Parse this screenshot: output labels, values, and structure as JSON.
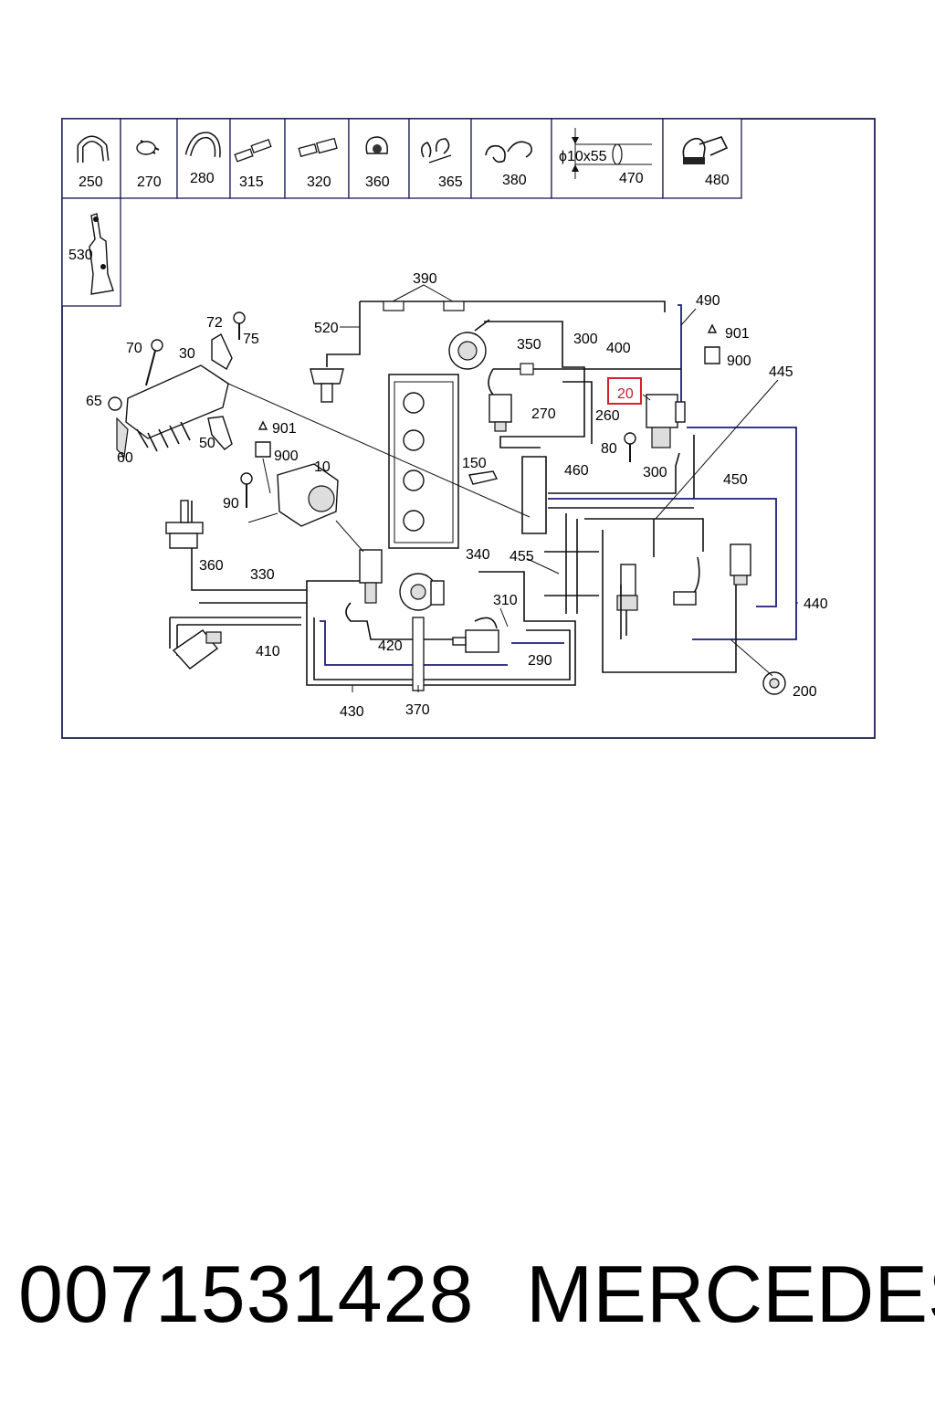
{
  "legend_parts": [
    {
      "label": "250",
      "icon": "hose-elbow-icon"
    },
    {
      "label": "270",
      "icon": "hose-connector-icon"
    },
    {
      "label": "280",
      "icon": "hose-bend-icon"
    },
    {
      "label": "315",
      "icon": "t-connector-icon"
    },
    {
      "label": "320",
      "icon": "reducer-connector-icon"
    },
    {
      "label": "360",
      "icon": "clip-icon"
    },
    {
      "label": "365",
      "icon": "double-clip-icon"
    },
    {
      "label": "380",
      "icon": "bracket-clip-icon"
    },
    {
      "label": "470",
      "icon": "tube-dimension-icon",
      "dimension": "ϕ10x55"
    },
    {
      "label": "480",
      "icon": "clamp-icon"
    },
    {
      "label": "530",
      "icon": "mounting-bracket-icon"
    }
  ],
  "callouts": {
    "c390": "390",
    "c520": "520",
    "c490": "490",
    "c901a": "901",
    "c900a": "900",
    "c300a": "300",
    "c350": "350",
    "c400": "400",
    "c445": "445",
    "c72": "72",
    "c75": "75",
    "c70": "70",
    "c30": "30",
    "c65": "65",
    "c60": "60",
    "c50": "50",
    "c901b": "901",
    "c900b": "900",
    "c10": "10",
    "c90": "90",
    "c270": "270",
    "c260": "260",
    "c20": "20",
    "c80": "80",
    "c300b": "300",
    "c150": "150",
    "c460": "460",
    "c450": "450",
    "c455": "455",
    "c340": "340",
    "c360": "360",
    "c330": "330",
    "c310": "310",
    "c420": "420",
    "c410": "410",
    "c290": "290",
    "c440": "440",
    "c200": "200",
    "c430": "430",
    "c370": "370"
  },
  "highlight_color": "#d81e2c",
  "caption": {
    "part_number": "0071531428",
    "brand": "MERCEDES"
  }
}
